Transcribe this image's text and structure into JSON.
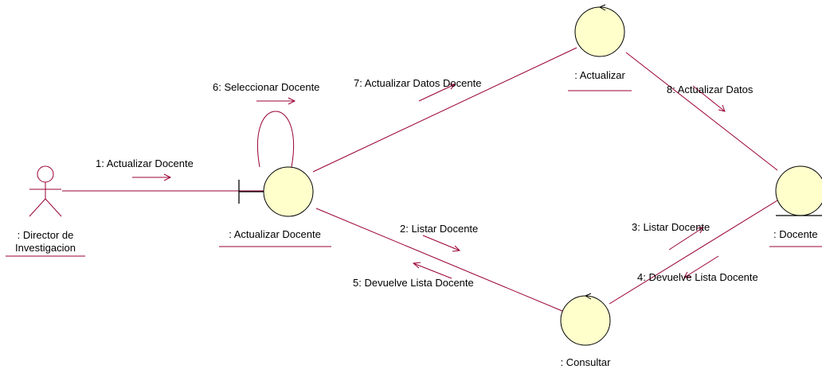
{
  "actor": {
    "label_line1": ": Director de",
    "label_line2": "Investigacion"
  },
  "objects": {
    "actualizar_docente": ": Actualizar Docente",
    "actualizar": ": Actualizar",
    "consultar": ": Consultar",
    "docente": ": Docente"
  },
  "messages": {
    "m1": "1: Actualizar Docente",
    "m2": "2: Listar Docente",
    "m3": "3: Listar Docente",
    "m4": "4: Devuelve Lista Docente",
    "m5": "5: Devuelve Lista Docente",
    "m6": "6: Seleccionar Docente",
    "m7": "7: Actualizar Datos Docente",
    "m8": "8: Actualizar Datos"
  },
  "colors": {
    "link": "#990033",
    "object_fill": "#ffffcc",
    "outline": "#000000"
  }
}
